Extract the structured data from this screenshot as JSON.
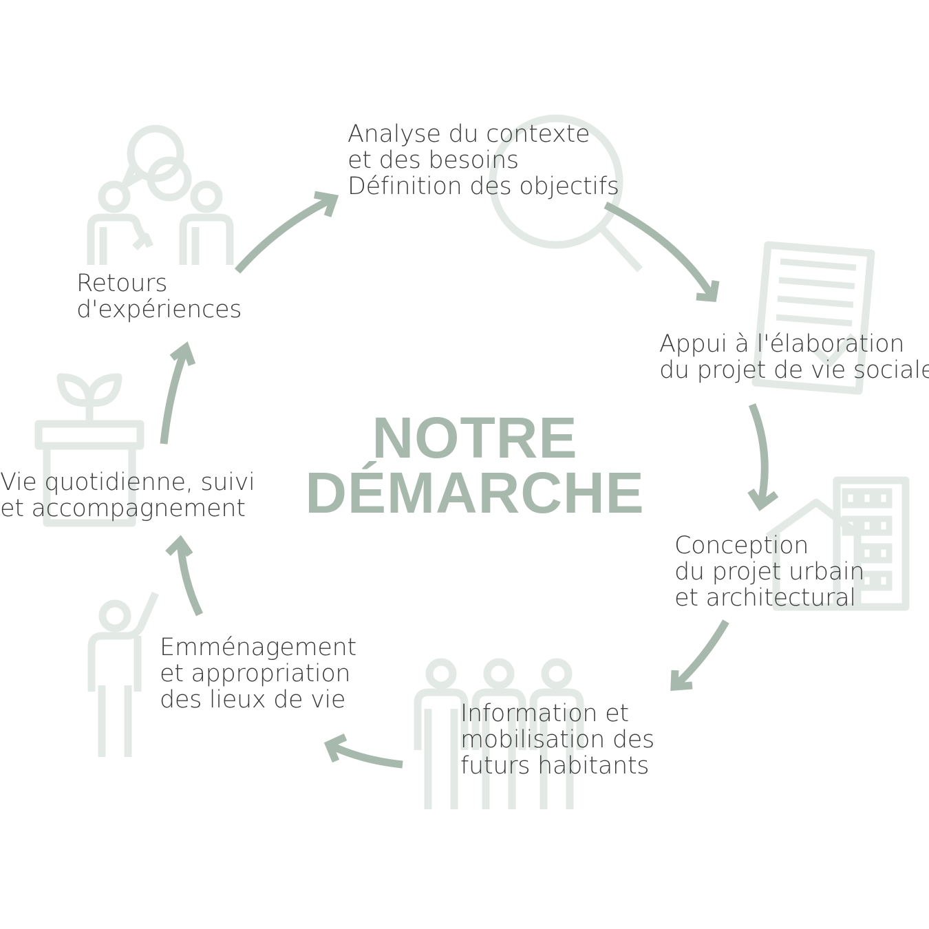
{
  "title": {
    "line1": "NOTRE",
    "line2": "DÉMARCHE"
  },
  "steps": [
    {
      "id": "analyse",
      "icon": "magnifier-icon",
      "lines": [
        "Analyse du contexte",
        "et des besoins",
        "Définition des objectifs"
      ]
    },
    {
      "id": "appui",
      "icon": "document-check-icon",
      "lines": [
        "Appui à l'élaboration",
        "du projet de vie sociale"
      ]
    },
    {
      "id": "conception",
      "icon": "house-building-icon",
      "lines": [
        "Conception",
        "du projet urbain",
        "et architectural"
      ]
    },
    {
      "id": "information",
      "icon": "group-of-people-icon",
      "lines": [
        "Information et",
        "mobilisation des",
        "futurs habitants"
      ]
    },
    {
      "id": "emmenagement",
      "icon": "waving-person-icon",
      "lines": [
        "Emménagement",
        "et appropriation",
        "des lieux de vie"
      ]
    },
    {
      "id": "vie",
      "icon": "plant-pot-icon",
      "lines": [
        "Vie quotidienne, suivi",
        "et accompagnement"
      ]
    },
    {
      "id": "retours",
      "icon": "conversation-people-icon",
      "lines": [
        "Retours",
        "d'expériences"
      ]
    }
  ],
  "colors": {
    "arrow": "#a7b8ad",
    "icon": "#e3e9e5",
    "title": "#a7b8ad",
    "text": "#3c3c3c"
  }
}
